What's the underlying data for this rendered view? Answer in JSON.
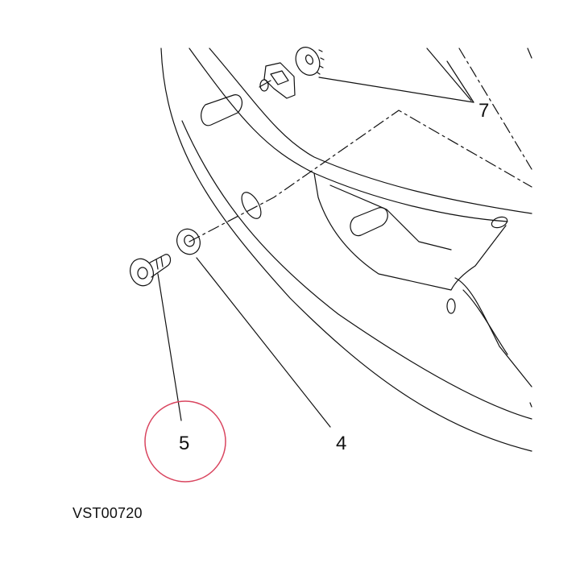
{
  "callouts": [
    {
      "id": "7",
      "label": "7"
    },
    {
      "id": "5",
      "label": "5"
    },
    {
      "id": "4",
      "label": "4"
    }
  ],
  "reference_code": "VST00720",
  "colors": {
    "line": "#111111",
    "highlight_circle": "#d9455f",
    "background": "#ffffff"
  }
}
